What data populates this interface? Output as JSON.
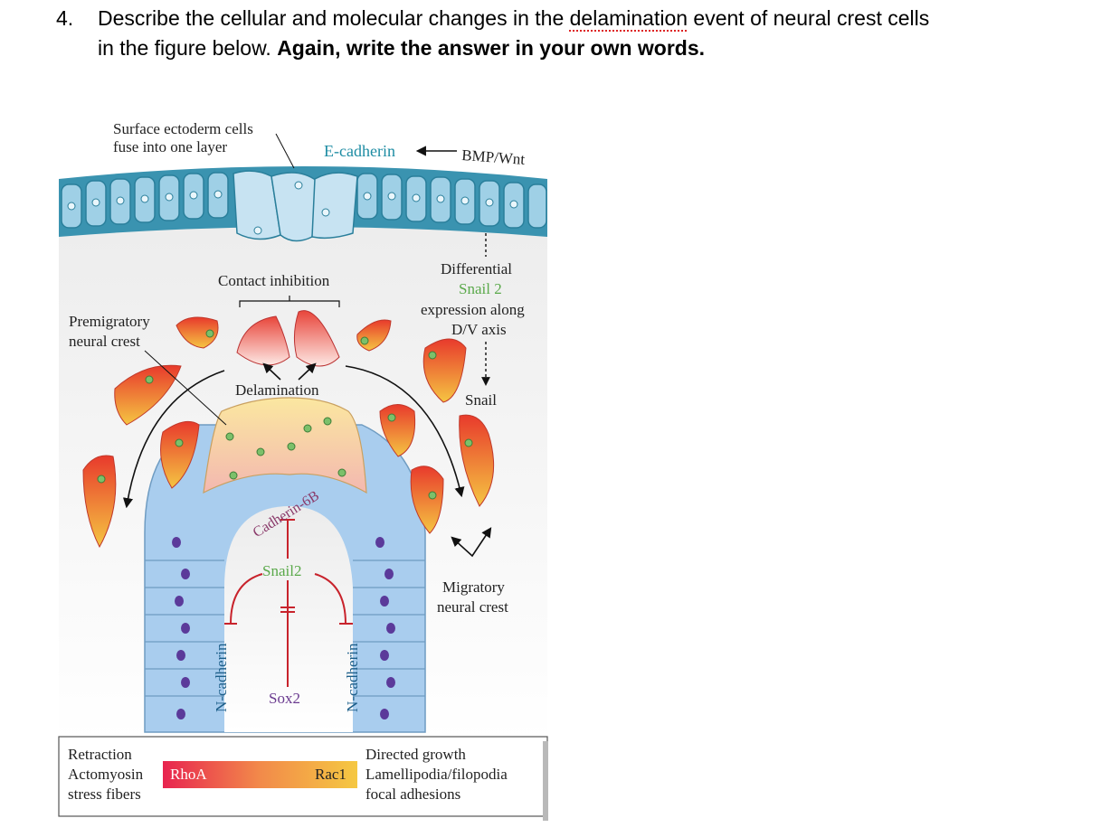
{
  "question": {
    "number": "4.",
    "line1_pre": "Describe the cellular and molecular changes in the ",
    "line1_word": "delamination",
    "line1_post": " event of neural crest cells",
    "line2_pre": "in the figure below.  ",
    "line2_bold": "Again, write the answer in your own words."
  },
  "figure": {
    "surface_label_1": "Surface ectoderm cells",
    "surface_label_2": "fuse into one layer",
    "ecadherin": "E-cadherin",
    "bmp": "BMP/Wnt",
    "contact_inhibition": "Contact inhibition",
    "premigratory_1": "Premigratory",
    "premigratory_2": "neural crest",
    "differential_1": "Differential",
    "differential_2": "Snail 2",
    "differential_3": "expression along",
    "differential_4": "D/V axis",
    "snail": "Snail",
    "delamination": "Delamination",
    "cadherin6b": "Cadherin-6B",
    "snail2": "Snail2",
    "sox2": "Sox2",
    "ncadherin_left": "N-cadherin",
    "ncadherin_right": "N-cadherin",
    "migratory_1": "Migratory",
    "migratory_2": "neural crest",
    "legend": {
      "left_1": "Retraction",
      "left_2": "Actomyosin",
      "left_3": "stress fibers",
      "rhoa": "RhoA",
      "rac1": "Rac1",
      "right_1": "Directed growth",
      "right_2": "Lamellipodia/filopodia",
      "right_3": "focal adhesions"
    }
  },
  "colors": {
    "ectoderm": "#3a93b0",
    "neural_tube": "#a9cdee",
    "teal_text": "#1d8ca3",
    "green_text": "#5aa94a",
    "purple_text": "#6a3a8f",
    "red_line": "#c8232c"
  }
}
